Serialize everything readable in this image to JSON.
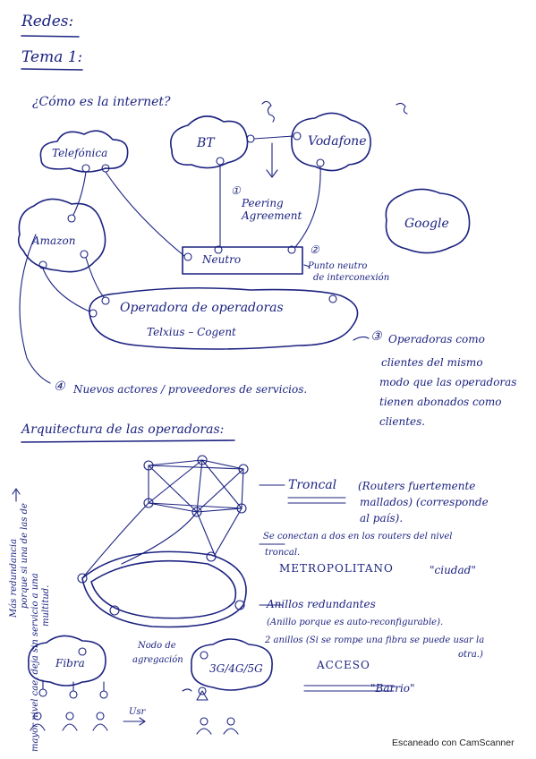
{
  "header": {
    "title": "Redes:",
    "subtitle": "Tema 1:"
  },
  "section1": {
    "question": "¿Cómo es la internet?",
    "nodes": {
      "telefonica": "Telefónica",
      "bt": "BT",
      "vodafone": "Vodafone",
      "amazon": "Amazon",
      "google": "Google",
      "neutro": "Neutro",
      "operadora_title": "Operadora de operadoras",
      "operadora_sub": "Telxius – Cogent"
    },
    "labels": {
      "num1": "①",
      "peering": "Peering Agreement",
      "num2": "②",
      "punto_neutro_1": "Punto neutro",
      "punto_neutro_2": "de interconexión",
      "num3": "③",
      "operadoras_1": "Operadoras como",
      "operadoras_2": "clientes del mismo",
      "operadoras_3": "modo que las operadoras",
      "operadoras_4": "tienen abonados como",
      "operadoras_5": "clientes.",
      "num4": "④",
      "nuevos_actores": "Nuevos actores / proveedores de servicios."
    }
  },
  "section2": {
    "title": "Arquitectura de las operadoras:",
    "troncal": "Troncal",
    "troncal_note_1": "(Routers fuertemente",
    "troncal_note_2": "mallados) (corresponde",
    "troncal_note_3": "al país).",
    "metro_note_1": "Se conectan a dos en los routers del nivel",
    "metro_note_2": "troncal.",
    "metropolitano": "METROPOLITANO",
    "ciudad": "\"ciudad\"",
    "anillos_1": "Anillos redundantes",
    "anillos_2": "(Anillo porque es auto-reconfigurable).",
    "anillos_3": "2 anillos (Si se rompe una fibra se puede usar la",
    "anillos_4": "otra.)",
    "acceso": "ACCESO",
    "barrio": "\"Barrio\"",
    "fibra": "Fibra",
    "nodo_1": "Nodo de",
    "nodo_2": "agregación",
    "mobile": "3G/4G/5G",
    "usr": "Usr",
    "side_1": "Más redundancia",
    "side_2": "porque si una de las de",
    "side_3": "mayor nivel cae, deja sin servicio a una",
    "side_4": "multitud."
  },
  "footer": {
    "scanner": "Escaneado con CamScanner"
  }
}
